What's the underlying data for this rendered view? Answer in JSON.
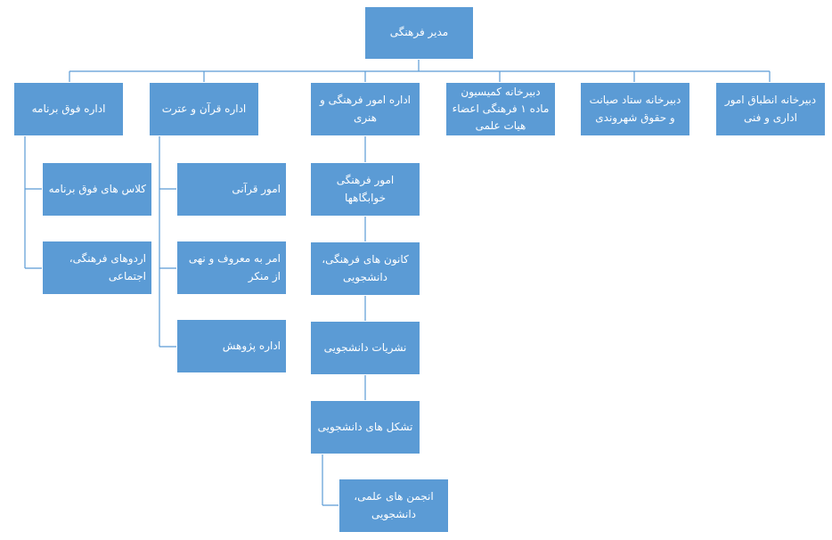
{
  "colors": {
    "box_fill": "#5b9bd5",
    "connector": "#5b9bd5",
    "text": "#ffffff"
  },
  "root": {
    "label": "مدیر فرهنگی"
  },
  "departments": [
    {
      "id": "programs",
      "label": "اداره فوق برنامه",
      "children": [
        "کلاس های فوق برنامه",
        "اردوهای فرهنگی، اجتماعی"
      ]
    },
    {
      "id": "quran",
      "label": "اداره قرآن و عترت",
      "children": [
        "امور قرآنی",
        "امر به معروف و نهی از منکر",
        "اداره پژوهش"
      ]
    },
    {
      "id": "cultural-arts",
      "label": "اداره امور فرهنگی و هنری",
      "chain": [
        "امور فرهنگی خوابگاهها",
        "کانون های فرهنگی، دانشجویی",
        "نشریات دانشجویی",
        "تشکل های دانشجویی"
      ],
      "chain_child": "انجمن های علمی، دانشجویی"
    },
    {
      "id": "commission",
      "label": "دبیرخانه کمیسیون ماده ۱ فرهنگی اعضاء هیات علمی"
    },
    {
      "id": "rights",
      "label": "دبیرخانه ستاد صیانت و حقوق شهروندی"
    },
    {
      "id": "compliance",
      "label": "دبیرخانه انطباق امور اداری و فنی"
    }
  ]
}
